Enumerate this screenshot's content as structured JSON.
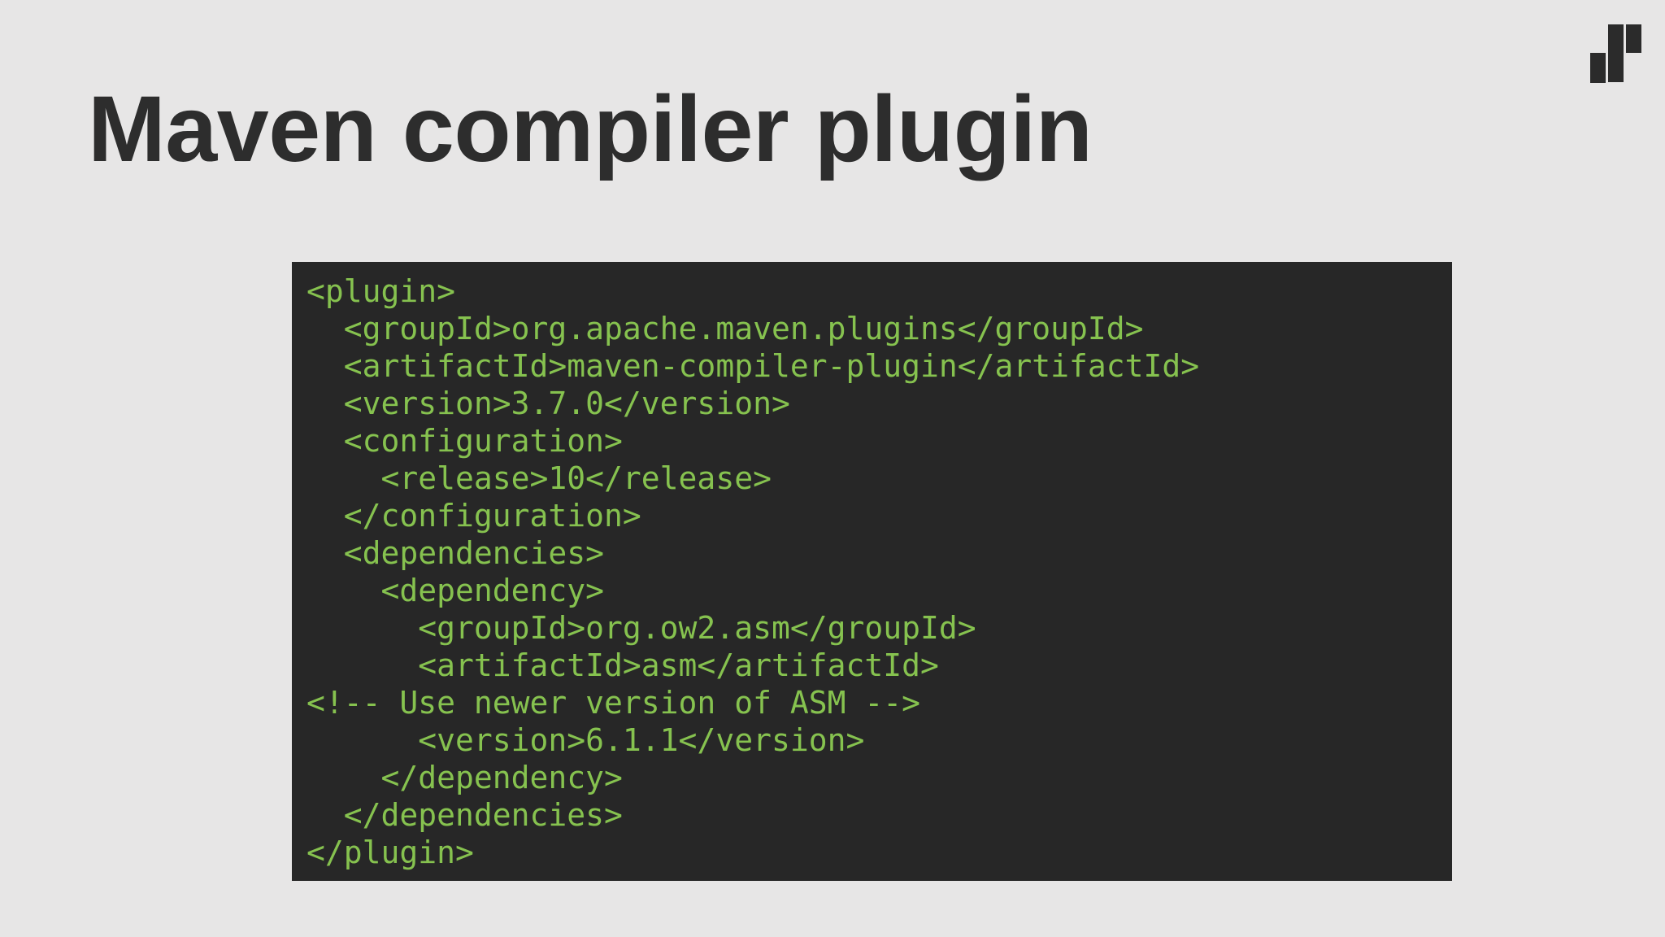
{
  "slide": {
    "title": "Maven compiler plugin"
  },
  "logo": {
    "description": "three-vertical-bars logo"
  },
  "code": {
    "language": "xml",
    "lines": [
      "<plugin>",
      "  <groupId>org.apache.maven.plugins</groupId>",
      "  <artifactId>maven-compiler-plugin</artifactId>",
      "  <version>3.7.0</version>",
      "  <configuration>",
      "    <release>10</release>",
      "  </configuration>",
      "  <dependencies>",
      "    <dependency>",
      "      <groupId>org.ow2.asm</groupId>",
      "      <artifactId>asm</artifactId>",
      "<!-- Use newer version of ASM -->",
      "      <version>6.1.1</version>",
      "    </dependency>",
      "  </dependencies>",
      "</plugin>"
    ]
  },
  "colors": {
    "background": "#e7e6e6",
    "title": "#2d2d2d",
    "code-background": "#272727",
    "code-text": "#86c24f",
    "logo": "#2b2b2b"
  }
}
